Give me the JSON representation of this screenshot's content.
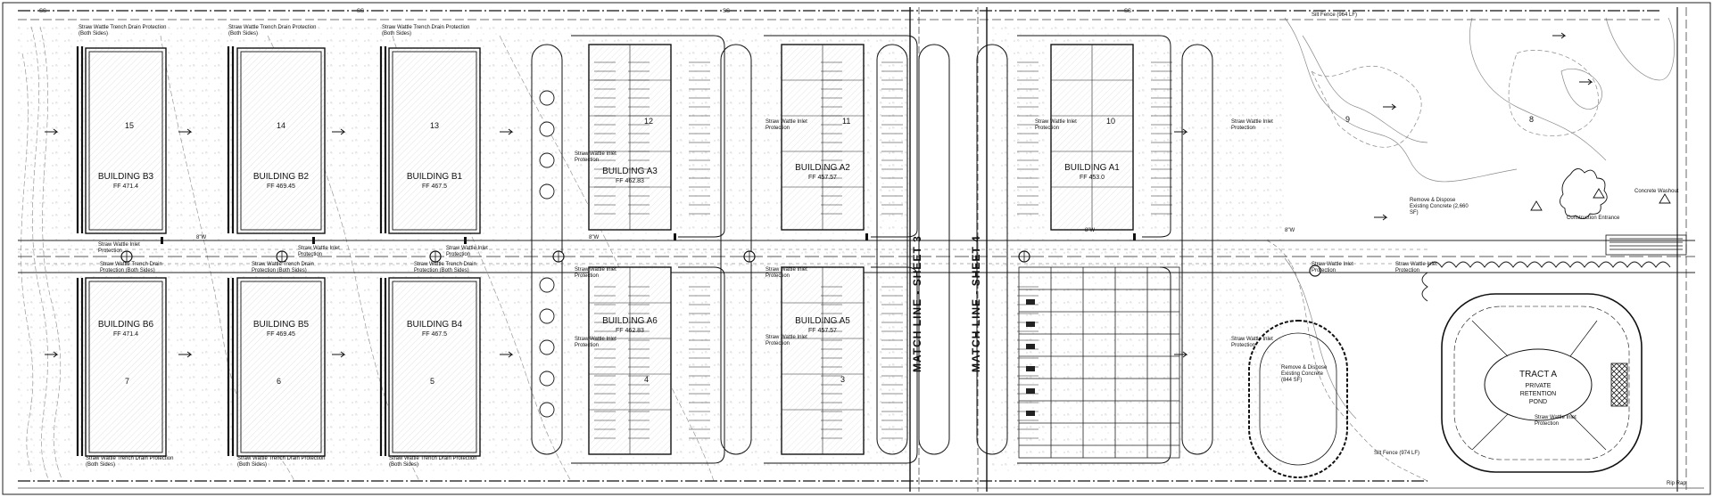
{
  "buildings": [
    {
      "id": "b3",
      "name": "BUILDING B3",
      "ff": "FF 471.4",
      "lot": "15"
    },
    {
      "id": "b2",
      "name": "BUILDING B2",
      "ff": "FF 469.45",
      "lot": "14"
    },
    {
      "id": "b1",
      "name": "BUILDING B1",
      "ff": "FF 467.5",
      "lot": "13"
    },
    {
      "id": "a3",
      "name": "BUILDING A3",
      "ff": "FF 462.83",
      "lot": "12"
    },
    {
      "id": "a2",
      "name": "BUILDING A2",
      "ff": "FF 457.57",
      "lot": "11"
    },
    {
      "id": "a1",
      "name": "BUILDING A1",
      "ff": "FF 453.0",
      "lot": "10"
    },
    {
      "id": "b6",
      "name": "BUILDING B6",
      "ff": "FF 471.4",
      "lot": "7"
    },
    {
      "id": "b5",
      "name": "BUILDING B5",
      "ff": "FF 469.45",
      "lot": "6"
    },
    {
      "id": "b4",
      "name": "BUILDING B4",
      "ff": "FF 467.5",
      "lot": "5"
    },
    {
      "id": "a6",
      "name": "BUILDING A6",
      "ff": "FF 462.83",
      "lot": "4"
    },
    {
      "id": "a5",
      "name": "BUILDING A5",
      "ff": "FF 457.57",
      "lot": "3"
    }
  ],
  "lots_open": [
    "9",
    "8"
  ],
  "match_lines": [
    "MATCH LINE - SHEET 3",
    "MATCH LINE - SHEET 4"
  ],
  "tract": {
    "title": "TRACT A",
    "line1": "PRIVATE",
    "line2": "RETENTION",
    "line3": "POND"
  },
  "notes": {
    "trench_drain": "Straw Wattle Trench Drain Protection (Both Sides)",
    "inlet": "Straw Wattle Inlet Protection",
    "silt_fence_top": "Silt Fence (964 LF)",
    "silt_fence_bottom": "Silt Fence (974 LF)",
    "remove_concrete_top": "Remove & Dispose Existing Concrete (2,660 SF)",
    "remove_concrete_mid": "Remove & Dispose Existing Concrete (844 SF)",
    "concrete_washout": "Concrete Washout",
    "construction_entrance": "Construction Entrance",
    "rip_rap": "Rip Rap"
  },
  "utility": {
    "sewer": "SS",
    "water": "8\"W"
  },
  "colors": {
    "line": "#1a1a1a",
    "light": "#8a8a8a",
    "hatch": "#555555",
    "paper": "#ffffff"
  }
}
